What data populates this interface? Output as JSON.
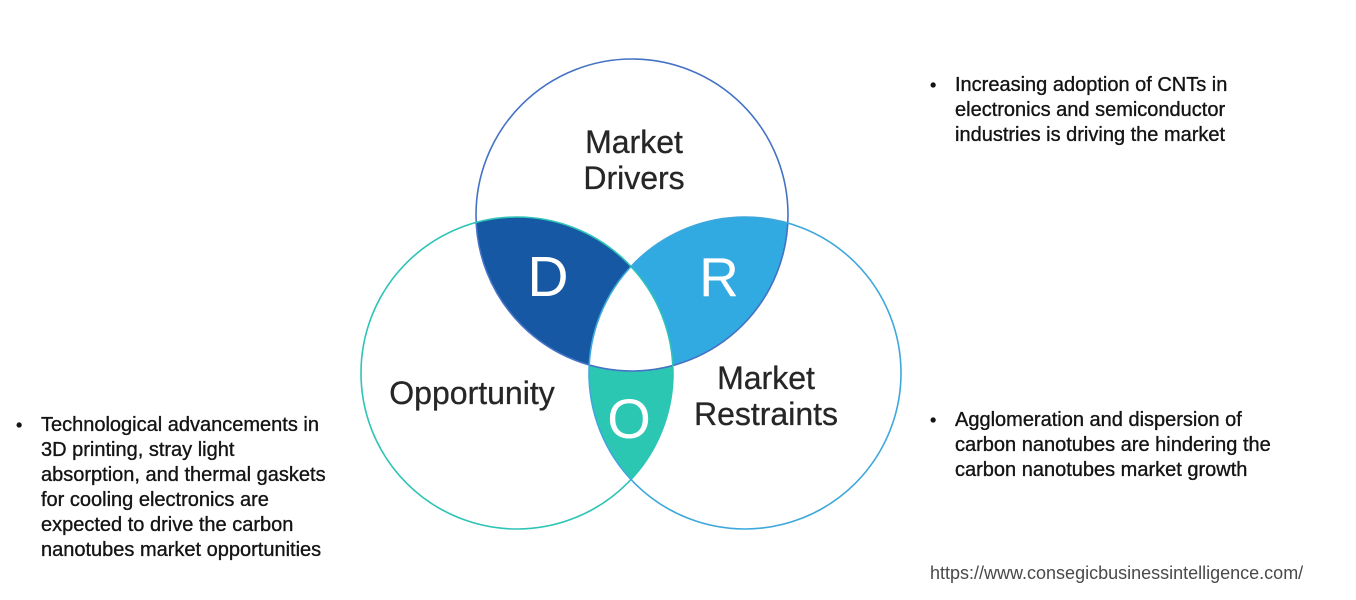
{
  "diagram": {
    "drivers": {
      "label_lines": [
        "Market",
        "Drivers"
      ],
      "letter": "D",
      "region_fill": "#1658A3",
      "circle_stroke": "#4472C4"
    },
    "restraints": {
      "label_lines": [
        "Market",
        "Restraints"
      ],
      "letter": "R",
      "region_fill": "#31A9E1",
      "circle_stroke": "#3EA8DC"
    },
    "opportunity": {
      "label": "Opportunity",
      "letter": "O",
      "region_fill": "#2CC7B3",
      "circle_stroke": "#2EC4B6"
    },
    "center_fill": "#ffffff"
  },
  "notes": {
    "drivers": {
      "marker": "•",
      "lines": [
        "Increasing adoption of CNTs in",
        "electronics and semiconductor",
        "industries is driving the market"
      ]
    },
    "opportunity": {
      "marker": "•",
      "lines": [
        "Technological advancements in",
        "3D printing, stray light",
        "absorption, and thermal gaskets",
        "for cooling electronics are",
        "expected to drive the carbon",
        "nanotubes market opportunities"
      ]
    },
    "restraints": {
      "marker": "•",
      "lines": [
        "Agglomeration and dispersion of",
        "carbon nanotubes are hindering the",
        "carbon nanotubes market growth"
      ]
    }
  },
  "footer": {
    "source_url": "https://www.consegicbusinessintelligence.com/"
  }
}
